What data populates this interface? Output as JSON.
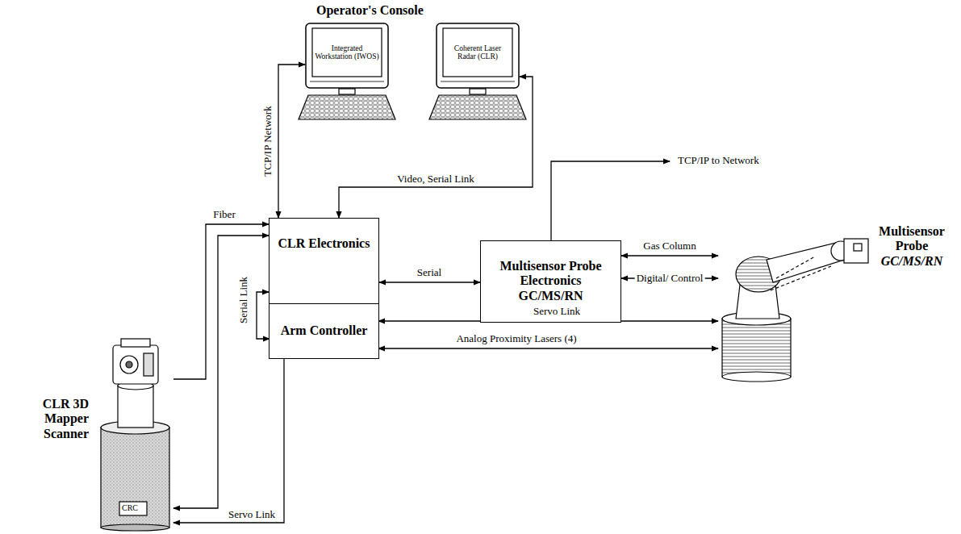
{
  "diagram": {
    "nodes": [
      {
        "text": [
          "Integrated Workstation (IWOS)"
        ]
      },
      {
        "text": [
          "Coherent Laser Radar (CLR)"
        ]
      },
      {
        "text": [
          "CLR Electronics"
        ]
      },
      {
        "text": [
          "Arm Controller"
        ],
        "in": 2
      },
      {
        "text": [
          "Multisensor Probe Electronics",
          "GC/MS/RN"
        ]
      },
      {
        "text": [
          "CLR 3D Mapper Scanner"
        ]
      },
      {
        "text": [
          "Multisensor Probe",
          "GC/MS/RN"
        ]
      }
    ],
    "edges": [
      {
        "from": 0,
        "to": 2,
        "arrow": "both",
        "label": "TCP/IP Network"
      },
      {
        "from": 1,
        "to": 2,
        "arrow": "both",
        "label": "Video, Serial Link"
      },
      {
        "from": 5,
        "to": 2,
        "arrow": "to",
        "label": "Fiber"
      },
      {
        "from": 5,
        "to": 2,
        "arrow": "both"
      },
      {
        "from": 3,
        "to": 5,
        "arrow": "to",
        "label": "Servo Link"
      },
      {
        "from": 2,
        "to": 3,
        "arrow": "both",
        "label": "Serial Link"
      },
      {
        "from": 2,
        "to": 4,
        "arrow": "both",
        "label": "Serial"
      },
      {
        "from": 4,
        "to": 6,
        "arrow": "both",
        "label": "Gas Column"
      },
      {
        "from": 4,
        "to": 6,
        "arrow": "both",
        "label": "Digital/ Control"
      },
      {
        "from": 3,
        "to": 6,
        "arrow": "both",
        "label": "Servo Link"
      },
      {
        "from": 3,
        "to": 6,
        "arrow": "both",
        "label": "Analog Proximity Lasers (4)"
      }
    ],
    "labels": [
      "Operator's Console",
      "TCP/IP to Network",
      "CRC"
    ]
  }
}
